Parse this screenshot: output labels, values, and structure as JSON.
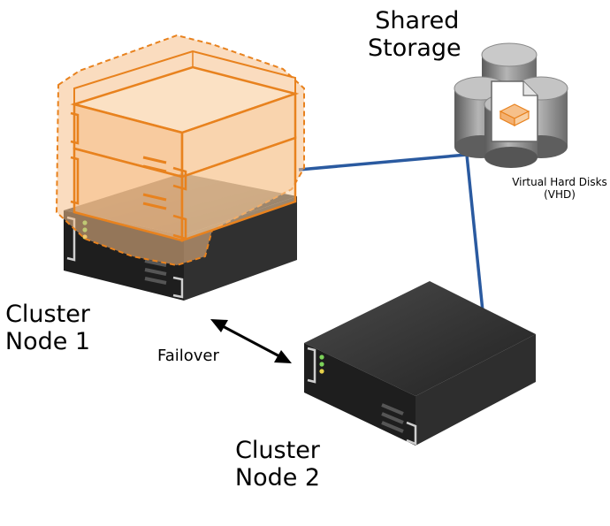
{
  "labels": {
    "shared_storage_line1": "Shared",
    "shared_storage_line2": "Storage",
    "vhd_line1": "Virtual Hard Disks",
    "vhd_line2": "(VHD)",
    "node1_line1": "Cluster",
    "node1_line2": "Node 1",
    "node2_line1": "Cluster",
    "node2_line2": "Node 2",
    "failover": "Failover"
  },
  "icons": {
    "storage": "disk-cylinder-icon",
    "vhd": "document-icon",
    "server": "rack-server-icon",
    "virtual_machine": "virtual-server-icon",
    "failover": "double-arrow-icon"
  },
  "colors": {
    "vm_orange": "#e8821e",
    "vm_fill": "#f6c08a",
    "link_blue": "#2a5aa0",
    "server_dark": "#2b2b2b",
    "storage_gray": "#9a9a9a",
    "led_green": "#7dd35a",
    "led_yellow": "#e8d14a"
  }
}
